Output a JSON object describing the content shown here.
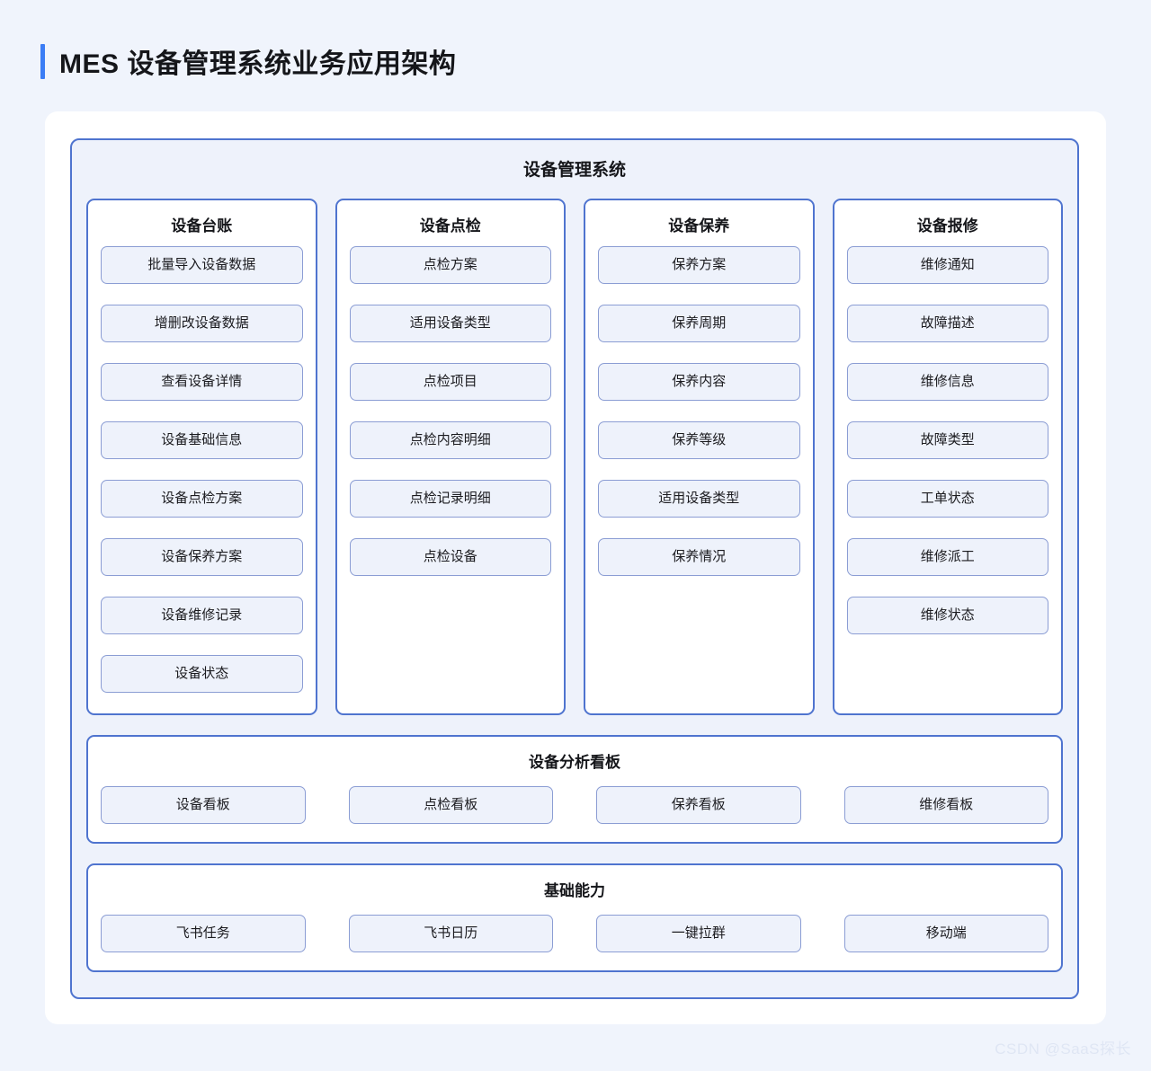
{
  "page": {
    "title": "MES 设备管理系统业务应用架构",
    "watermark": "CSDN @SaaS探长",
    "accent_color": "#3b7df5",
    "panel_border_color": "#4f74cf",
    "pill_border_color": "#8b9dd4",
    "pill_fill_color": "#eef2fb",
    "panel_fill_color": "#eef2fb",
    "card_fill_color": "#ffffff",
    "background_color": "#f0f4fc"
  },
  "system": {
    "title": "设备管理系统",
    "columns": [
      {
        "title": "设备台账",
        "items": [
          "批量导入设备数据",
          "增删改设备数据",
          "查看设备详情",
          "设备基础信息",
          "设备点检方案",
          "设备保养方案",
          "设备维修记录",
          "设备状态"
        ]
      },
      {
        "title": "设备点检",
        "items": [
          "点检方案",
          "适用设备类型",
          "点检项目",
          "点检内容明细",
          "点检记录明细",
          "点检设备"
        ]
      },
      {
        "title": "设备保养",
        "items": [
          "保养方案",
          "保养周期",
          "保养内容",
          "保养等级",
          "适用设备类型",
          "保养情况"
        ]
      },
      {
        "title": "设备报修",
        "items": [
          "维修通知",
          "故障描述",
          "维修信息",
          "故障类型",
          "工单状态",
          "维修派工",
          "维修状态"
        ]
      }
    ],
    "dashboard": {
      "title": "设备分析看板",
      "items": [
        "设备看板",
        "点检看板",
        "保养看板",
        "维修看板"
      ]
    },
    "foundation": {
      "title": "基础能力",
      "items": [
        "飞书任务",
        "飞书日历",
        "一键拉群",
        "移动端"
      ]
    }
  }
}
